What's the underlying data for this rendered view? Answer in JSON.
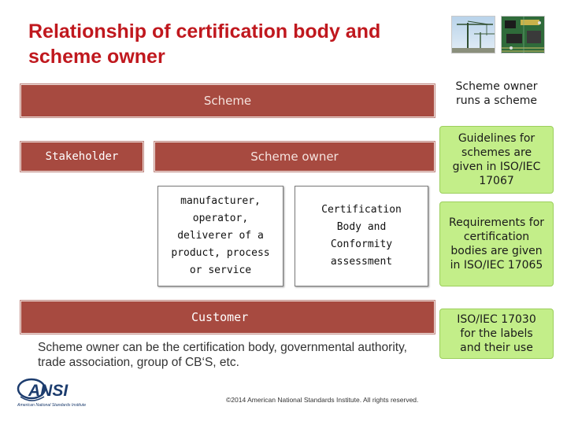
{
  "slide": {
    "title": "Relationship of certification body and scheme owner"
  },
  "bars": {
    "scheme": "Scheme",
    "stakeholder": "Stakeholder",
    "scheme_owner": "Scheme owner",
    "customer": "Customer"
  },
  "boxes": {
    "manufacturer": "manufacturer, operator, deliverer of a product, process or service",
    "certification_body": "Certification Body and Conformity assessment"
  },
  "callouts": {
    "runs_scheme": "Scheme owner runs a scheme",
    "guidelines": "Guidelines for schemes are given in ISO/IEC 17067",
    "requirements": "Requirements for certification bodies are given in ISO/IEC 17065",
    "labels": "ISO/IEC 17030 for the labels and their use"
  },
  "note": "Scheme owner can be the certification body, governmental authority, trade association, group of CB‘S, etc.",
  "footer": {
    "copyright": "©2014 American National Standards Institute. All rights reserved.",
    "logo_text": "ANSI",
    "logo_subtext": "American National Standards Institute"
  },
  "colors": {
    "title_red": "#c0181e",
    "bar_brown": "#a74a40",
    "callout_green": "#c3ee89",
    "logo_blue": "#1c3c6e"
  },
  "icons": {
    "photo_1": "construction-cranes-photo",
    "photo_2": "circuit-board-photo"
  }
}
